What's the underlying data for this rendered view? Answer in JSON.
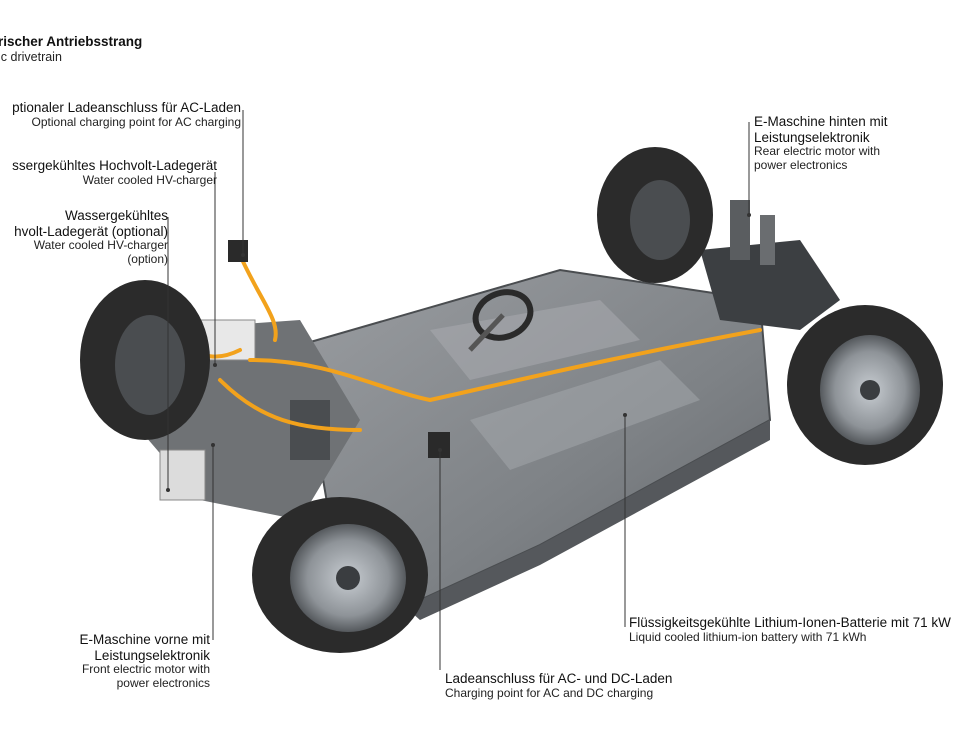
{
  "title": {
    "de": "rischer Antriebsstrang",
    "en": "ic drivetrain"
  },
  "labels": {
    "ac_port": {
      "de": "ptionaler Ladeanschluss für AC-Laden",
      "en": "Optional charging point for AC charging"
    },
    "hv_charger": {
      "de": "ssergekühltes Hochvolt-Ladegerät",
      "en": "Water cooled HV-charger"
    },
    "hv_charger_opt": {
      "de1": "Wassergekühltes",
      "de2": "hvolt-Ladegerät (optional)",
      "en1": "Water cooled HV-charger",
      "en2": "(option)"
    },
    "rear_motor": {
      "de1": "E-Maschine hinten mit",
      "de2": "Leistungselektronik",
      "en1": "Rear electric motor with",
      "en2": "power electronics"
    },
    "front_motor": {
      "de1": "E-Maschine vorne mit",
      "de2": "Leistungselektronik",
      "en1": "Front electric motor with",
      "en2": "power electronics"
    },
    "ac_dc_port": {
      "de": "Ladeanschluss für AC- und DC-Laden",
      "en": "Charging point for AC and DC charging"
    },
    "battery": {
      "de": "Flüssigkeitsgekühlte Lithium-Ionen-Batterie mit 71 kW",
      "en": "Liquid cooled lithium-ion battery with 71 kWh"
    }
  },
  "colors": {
    "chassis": "#8a8d91",
    "chassis_dark": "#5c5f63",
    "cable": "#f2a21c",
    "tire": "#2b2b2b",
    "rim": "#9ea3a8",
    "leader": "#333333"
  }
}
